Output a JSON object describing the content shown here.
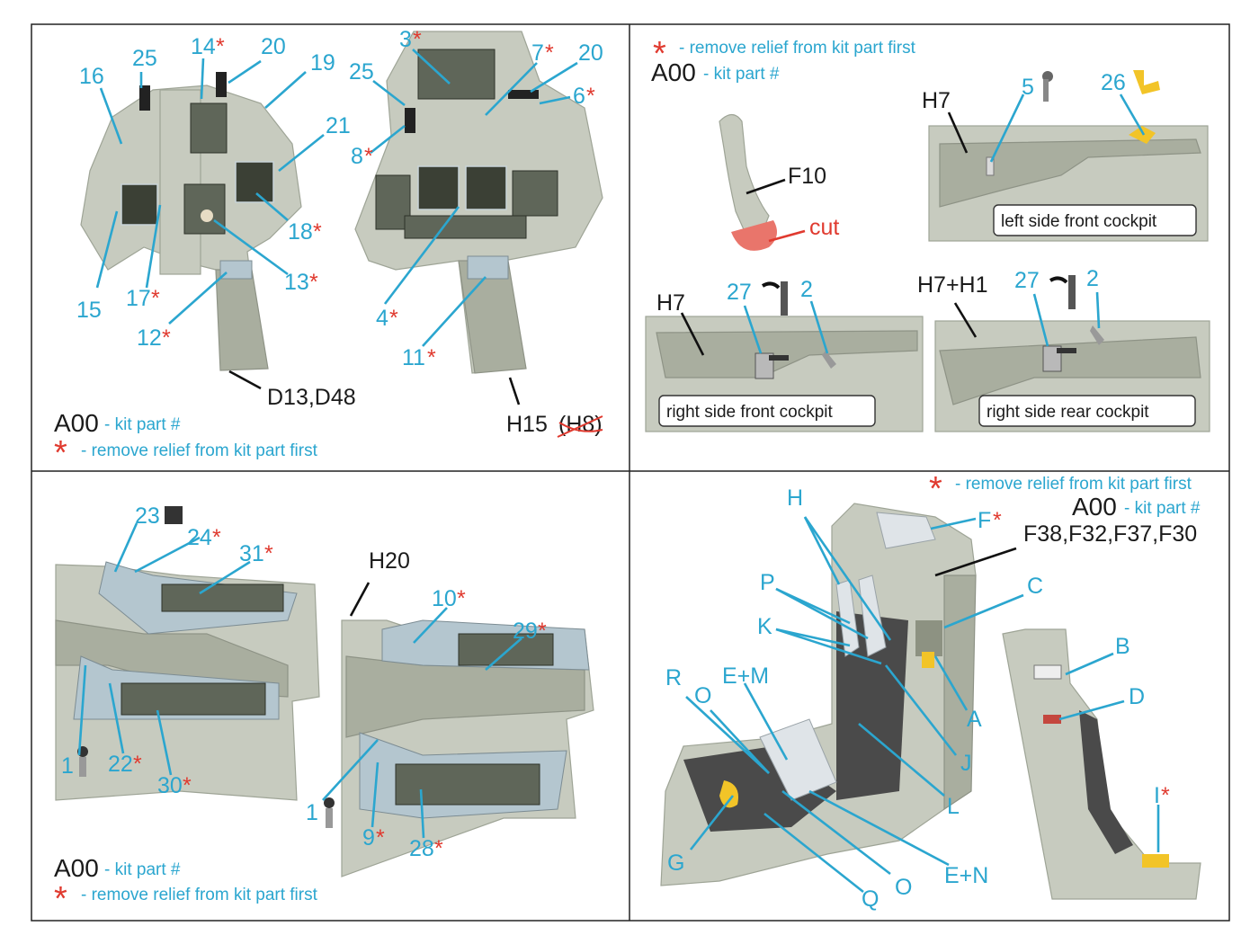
{
  "quadrants": {
    "top_left": {
      "callouts": [
        "25",
        "16",
        "14",
        "20",
        "19",
        "21",
        "18",
        "13",
        "12",
        "15",
        "17",
        "3",
        "7",
        "20",
        "6",
        "8",
        "4",
        "11"
      ],
      "kit_parts": [
        "D13,D48",
        "H15",
        "(H8)"
      ],
      "legend": {
        "code": "A00",
        "code_text": "- kit part #",
        "star_text": "- remove relief from kit part first"
      }
    },
    "top_right": {
      "legend": {
        "code": "A00",
        "code_text": "- kit part #",
        "star_text": "- remove relief from kit part first"
      },
      "kit_parts": [
        "F10",
        "H7",
        "H7",
        "H7+H1"
      ],
      "cut_label": "cut",
      "callouts": [
        "5",
        "26",
        "27",
        "2",
        "27",
        "2"
      ],
      "captions": [
        "left side front cockpit",
        "right side front cockpit",
        "right side rear cockpit"
      ]
    },
    "bottom_left": {
      "callouts": [
        "23",
        "24",
        "31",
        "10",
        "29",
        "1",
        "22",
        "30",
        "1",
        "9",
        "28"
      ],
      "kit_parts": [
        "H20"
      ],
      "legend": {
        "code": "A00",
        "code_text": "- kit part #",
        "star_text": "- remove relief from kit part first"
      }
    },
    "bottom_right": {
      "legend": {
        "code": "A00",
        "code_text": "- kit part #",
        "star_text": "- remove relief from kit part first"
      },
      "kit_parts": [
        "F38,F32,F37,F30"
      ],
      "callouts": [
        "H",
        "F",
        "C",
        "P",
        "K",
        "R",
        "O",
        "E+M",
        "A",
        "B",
        "D",
        "J",
        "L",
        "G",
        "O",
        "E+N",
        "Q",
        "I"
      ]
    }
  },
  "colors": {
    "callout": "#2ba6cf",
    "star": "#e03a2f",
    "resin": "#c7cbbf",
    "caption_border": "#333333"
  }
}
